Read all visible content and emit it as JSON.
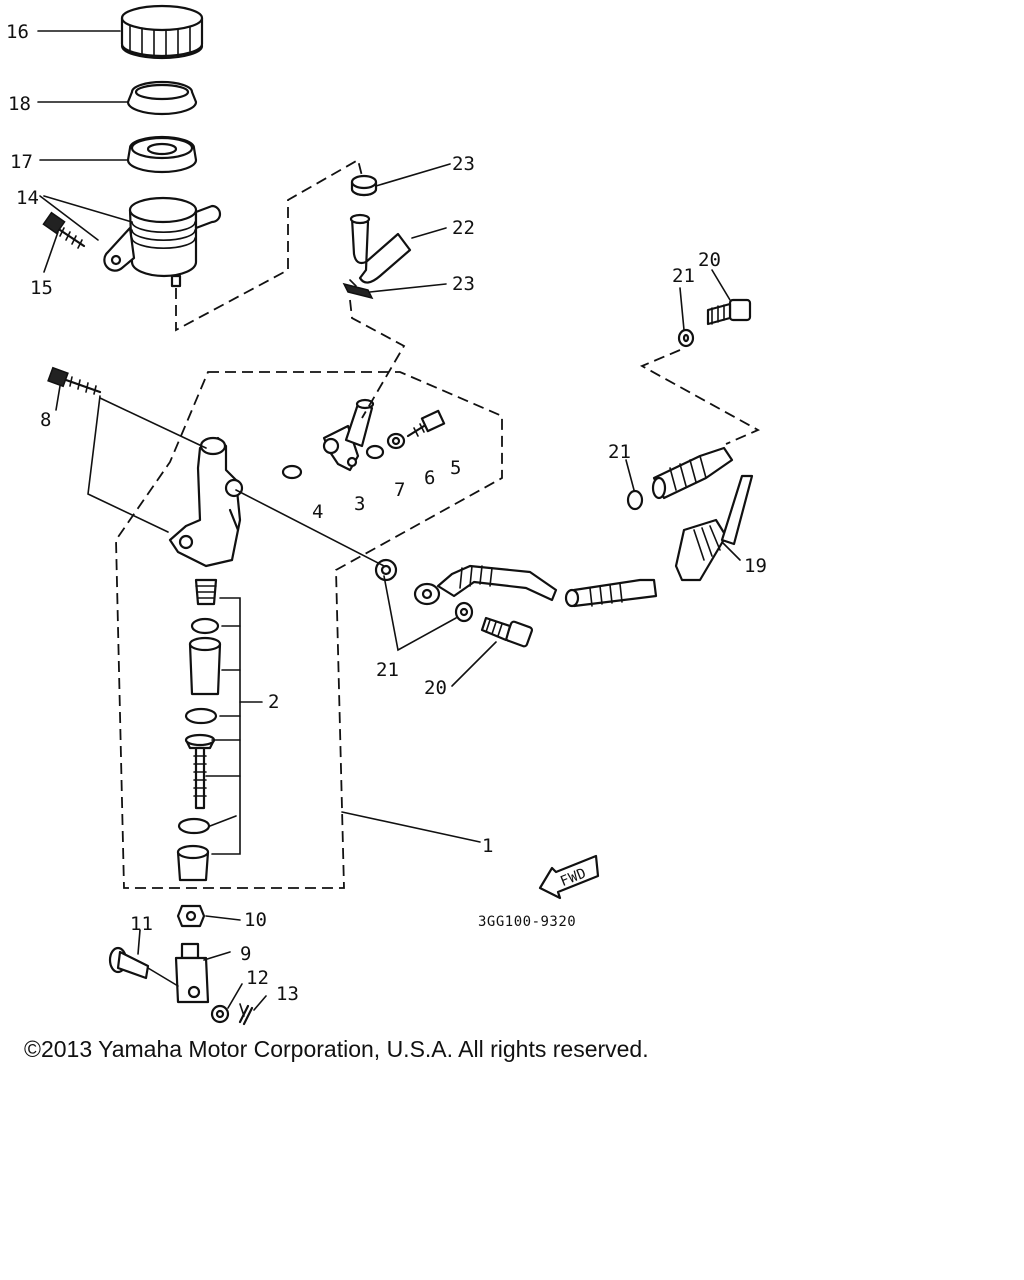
{
  "labels": {
    "p16": "16",
    "p18": "18",
    "p17": "17",
    "p14": "14",
    "p15": "15",
    "p23a": "23",
    "p22": "22",
    "p23b": "23",
    "p21a": "21",
    "p20a": "20",
    "p8": "8",
    "p4": "4",
    "p3": "3",
    "p7": "7",
    "p6": "6",
    "p5": "5",
    "p21b": "21",
    "p19": "19",
    "p2": "2",
    "p21c": "21",
    "p20b": "20",
    "p1": "1",
    "p10": "10",
    "p11": "11",
    "p9": "9",
    "p12": "12",
    "p13": "13"
  },
  "fwd_label": "FWD",
  "diagram_code": "3GG100-9320",
  "copyright": "©2013 Yamaha Motor Corporation, U.S.A. All rights reserved."
}
